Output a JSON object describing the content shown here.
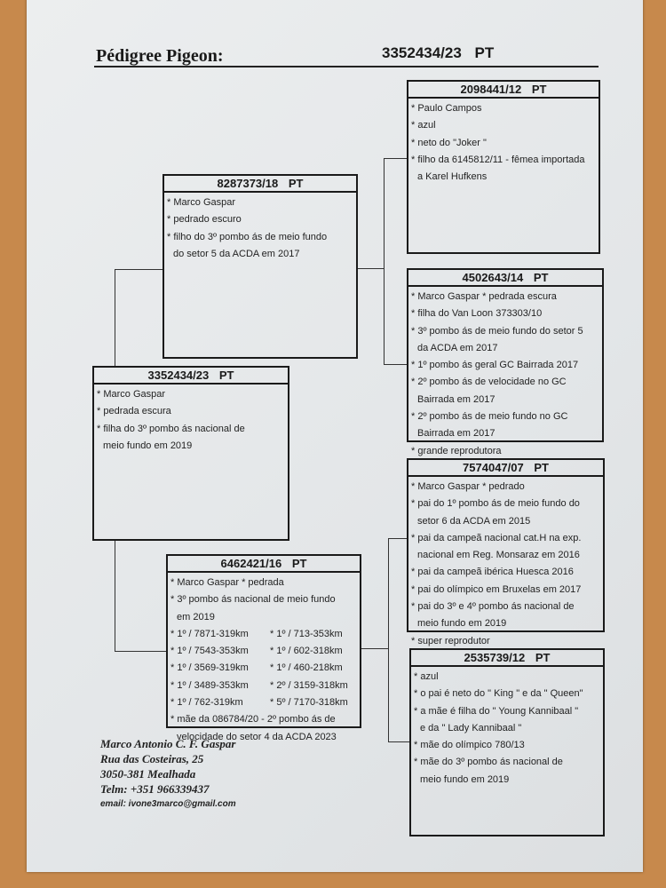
{
  "header": {
    "title": "Pédigree Pigeon:",
    "ring": "3352434/23   PT"
  },
  "boxes": {
    "subject": {
      "ring": "3352434/23   PT",
      "lines": [
        "* Marco Gaspar",
        "* pedrada escura",
        "* filha do 3º pombo ás nacional de",
        "meio fundo em 2019"
      ]
    },
    "sire": {
      "ring": "8287373/18   PT",
      "lines": [
        "* Marco Gaspar",
        "* pedrado escuro",
        "* filho do 3º pombo ás de meio fundo",
        "do setor 5 da ACDA em 2017"
      ]
    },
    "dam": {
      "ring": "6462421/16   PT",
      "lines": [
        "* Marco Gaspar      * pedrada",
        "* 3º pombo ás nacional de meio fundo",
        "em 2019"
      ],
      "results": [
        "* 1º / 7871-319km",
        "* 1º / 713-353km",
        "* 1º / 7543-353km",
        "* 1º / 602-318km",
        "* 1º / 3569-319km",
        "* 1º / 460-218km",
        "* 1º / 3489-353km",
        "* 2º / 3159-318km",
        "* 1º / 762-319km",
        "* 5º / 7170-318km"
      ],
      "tail": [
        "* mãe da 086784/20 - 2º pombo ás de",
        "velocidade do setor 4 da ACDA 2023"
      ]
    },
    "sire_sire": {
      "ring": "2098441/12   PT",
      "lines": [
        "* Paulo Campos",
        "* azul",
        "* neto do \"Joker \"",
        "* filho da 6145812/11 - fêmea importada",
        "a Karel Hufkens"
      ]
    },
    "sire_dam": {
      "ring": "4502643/14   PT",
      "lines": [
        "* Marco Gaspar      * pedrada escura",
        "* filha do Van Loon 373303/10",
        "* 3º pombo ás de meio fundo do setor 5",
        "da ACDA em 2017",
        "* 1º pombo ás geral GC Bairrada 2017",
        "* 2º pombo ás de velocidade no GC",
        "Bairrada em 2017",
        "* 2º pombo ás de meio fundo no GC",
        "Bairrada em 2017",
        "* grande reprodutora"
      ]
    },
    "dam_sire": {
      "ring": "7574047/07   PT",
      "lines": [
        "* Marco Gaspar      * pedrado",
        "* pai do 1º pombo ás de meio fundo do",
        "setor 6 da ACDA em 2015",
        "* pai da campeã nacional cat.H na exp.",
        "nacional em Reg. Monsaraz em 2016",
        "* pai da campeã ibérica Huesca 2016",
        "* pai do olímpico em Bruxelas em 2017",
        "* pai do 3º e 4º pombo ás nacional de",
        "meio fundo em 2019",
        "* super reprodutor"
      ]
    },
    "dam_dam": {
      "ring": "2535739/12   PT",
      "lines": [
        "* azul",
        "* o pai é neto do \" King \" e da \" Queen\"",
        "* a mãe é filha do \" Young Kannibaal \"",
        "e da \" Lady Kannibaal \"",
        "* mãe do olímpico 780/13",
        "* mãe do 3º pombo ás nacional de",
        "meio fundo em 2019"
      ]
    }
  },
  "contact": {
    "name": "Marco Antonio C. F. Gaspar",
    "street": "Rua das Costeiras, 25",
    "city": "3050-381 Mealhada",
    "phone": "Telm: +351 966339437",
    "email": "email: ivone3marco@gmail.com"
  }
}
